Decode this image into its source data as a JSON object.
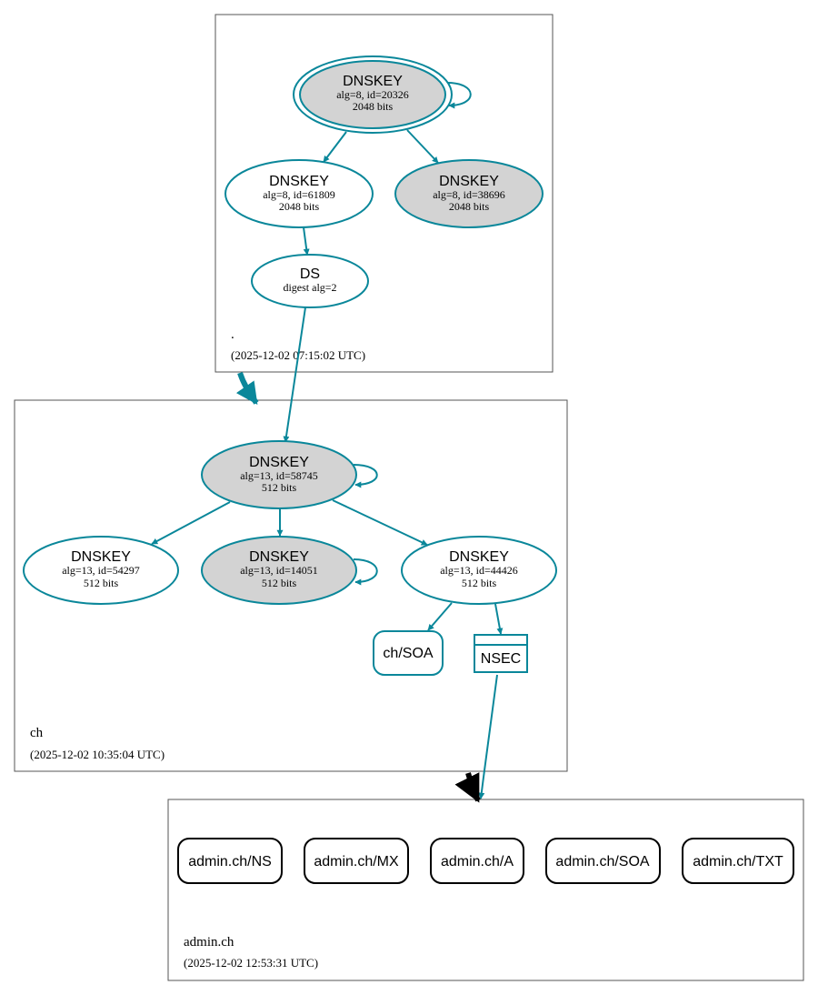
{
  "colors": {
    "edge": "#0a879a",
    "signed_fill": "#d3d3d3",
    "black": "#000000"
  },
  "zones": {
    "root": {
      "name": ".",
      "timestamp": "(2025-12-02 07:15:02 UTC)"
    },
    "ch": {
      "name": "ch",
      "timestamp": "(2025-12-02 10:35:04 UTC)"
    },
    "admin": {
      "name": "admin.ch",
      "timestamp": "(2025-12-02 12:53:31 UTC)"
    }
  },
  "nodes": {
    "root_ksk": {
      "type": "DNSKEY",
      "l1": "alg=8, id=20326",
      "l2": "2048 bits"
    },
    "root_zsk1": {
      "type": "DNSKEY",
      "l1": "alg=8, id=61809",
      "l2": "2048 bits"
    },
    "root_zsk2": {
      "type": "DNSKEY",
      "l1": "alg=8, id=38696",
      "l2": "2048 bits"
    },
    "ch_ds": {
      "type": "DS",
      "l1": "digest alg=2"
    },
    "ch_ksk": {
      "type": "DNSKEY",
      "l1": "alg=13, id=58745",
      "l2": "512 bits"
    },
    "ch_k1": {
      "type": "DNSKEY",
      "l1": "alg=13, id=54297",
      "l2": "512 bits"
    },
    "ch_k2": {
      "type": "DNSKEY",
      "l1": "alg=13, id=14051",
      "l2": "512 bits"
    },
    "ch_zsk": {
      "type": "DNSKEY",
      "l1": "alg=13, id=44426",
      "l2": "512 bits"
    },
    "ch_soa": {
      "label": "ch/SOA"
    },
    "nsec": {
      "label": "NSEC"
    }
  },
  "records": [
    "admin.ch/NS",
    "admin.ch/MX",
    "admin.ch/A",
    "admin.ch/SOA",
    "admin.ch/TXT"
  ]
}
